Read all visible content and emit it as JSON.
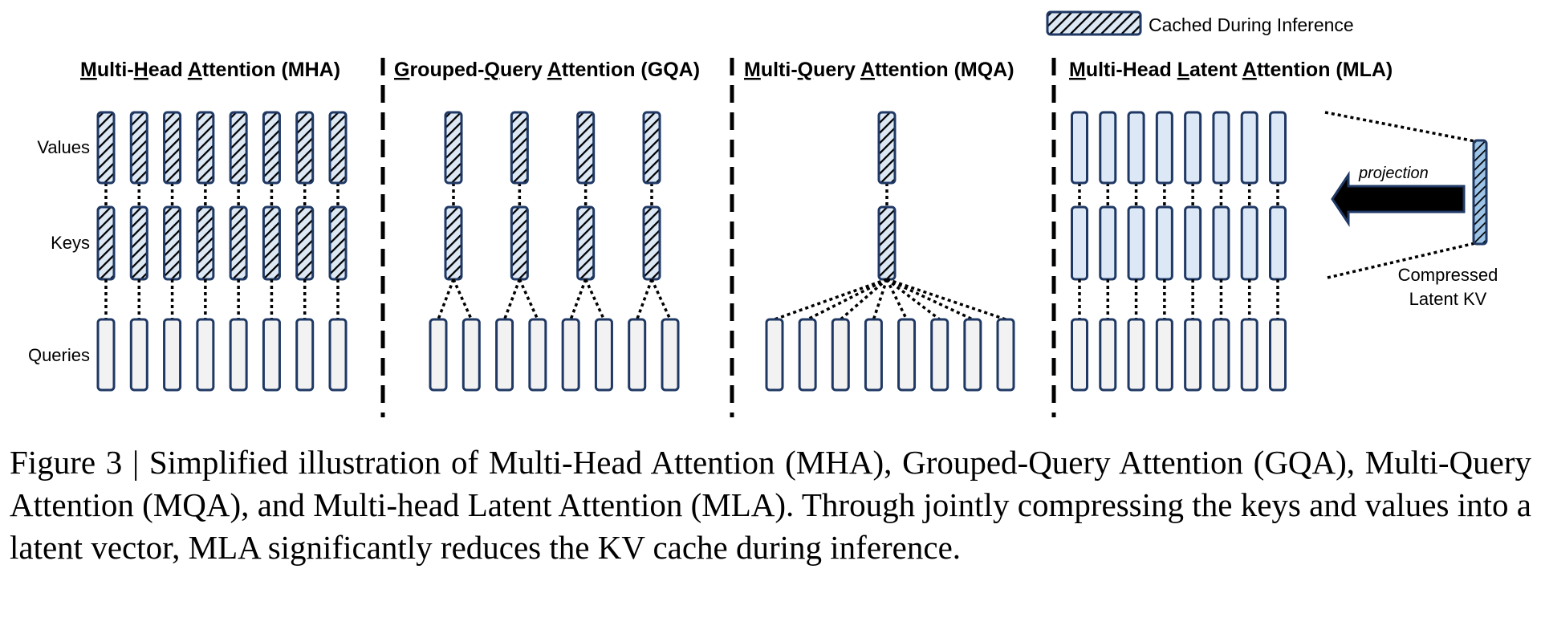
{
  "legend": {
    "label": "Cached During Inference",
    "icon": "hatched-bar-icon"
  },
  "row_labels": {
    "values": "Values",
    "keys": "Keys",
    "queries": "Queries"
  },
  "panels": [
    {
      "id": "mha",
      "title": "Multi-Head Attention (MHA)",
      "underlined_initials": [
        "M",
        "H",
        "A"
      ],
      "num_query_heads": 8,
      "num_kv_heads": 8,
      "kv_cached": true
    },
    {
      "id": "gqa",
      "title": "Grouped-Query Attention (GQA)",
      "underlined_initials": [
        "G",
        "Q",
        "A"
      ],
      "num_query_heads": 8,
      "num_kv_heads": 4,
      "kv_cached": true
    },
    {
      "id": "mqa",
      "title": "Multi-Query Attention (MQA)",
      "underlined_initials": [
        "M",
        "Q",
        "A"
      ],
      "num_query_heads": 8,
      "num_kv_heads": 1,
      "kv_cached": true
    },
    {
      "id": "mla",
      "title": "Multi-Head Latent Attention (MLA)",
      "underlined_initials": [
        "M",
        "L",
        "A"
      ],
      "num_query_heads": 8,
      "num_kv_heads": 8,
      "kv_cached": false,
      "projection_label": "projection",
      "latent_label_line1": "Compressed",
      "latent_label_line2": "Latent KV",
      "latent_cached": true
    }
  ],
  "colors": {
    "outline": "#1f3864",
    "cached_fill": "#dde8f5",
    "mla_kv_fill": "#dce8f6",
    "query_fill": "#f2f2f2",
    "latent_fill": "#9dc3e6",
    "hatch": "#000000",
    "arrow": "#000000"
  },
  "caption": "Figure 3 | Simplified illustration of Multi-Head Attention (MHA), Grouped-Query Attention (GQA), Multi-Query Attention (MQA), and Multi-head Latent Attention (MLA). Through jointly compressing the keys and values into a latent vector, MLA significantly reduces the KV cache during inference."
}
